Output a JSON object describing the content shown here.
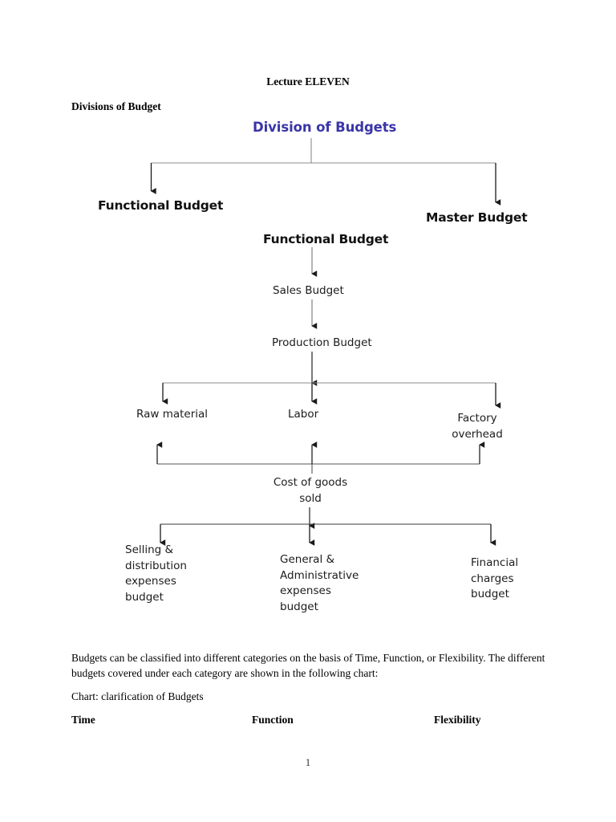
{
  "document": {
    "lecture_title": "Lecture ELEVEN",
    "section_heading": "Divisions of Budget",
    "page_number": "1"
  },
  "chart_one": {
    "title": "Division of Budgets",
    "title_color": "#3a35a8",
    "branches": [
      {
        "label": "Functional Budget"
      },
      {
        "label": "Master Budget"
      }
    ]
  },
  "chart_two": {
    "title": "Functional Budget",
    "level_1": "Sales Budget",
    "level_2": "Production Budget",
    "level_3": [
      {
        "label": "Raw material"
      },
      {
        "label": "Labor"
      },
      {
        "label": "Factory\noverhead",
        "line_1": "Factory",
        "line_2": "overhead"
      }
    ],
    "level_4": {
      "line_1": "Cost of goods",
      "line_2": "sold"
    },
    "level_5": [
      {
        "lines": [
          "Selling &",
          "distribution",
          "expenses",
          "budget"
        ]
      },
      {
        "lines": [
          "General &",
          "Administrative",
          "expenses",
          "budget"
        ]
      },
      {
        "lines": [
          "Financial",
          "charges",
          "budget"
        ]
      }
    ]
  },
  "body": {
    "paragraph": "Budgets can be classified into different categories on the basis of Time, Function, or Flexibility. The different budgets covered under each category are shown in the following chart:",
    "chart_caption": "Chart: clarification of Budgets",
    "columns": [
      {
        "label": "Time"
      },
      {
        "label": "Function"
      },
      {
        "label": "Flexibility"
      }
    ]
  }
}
